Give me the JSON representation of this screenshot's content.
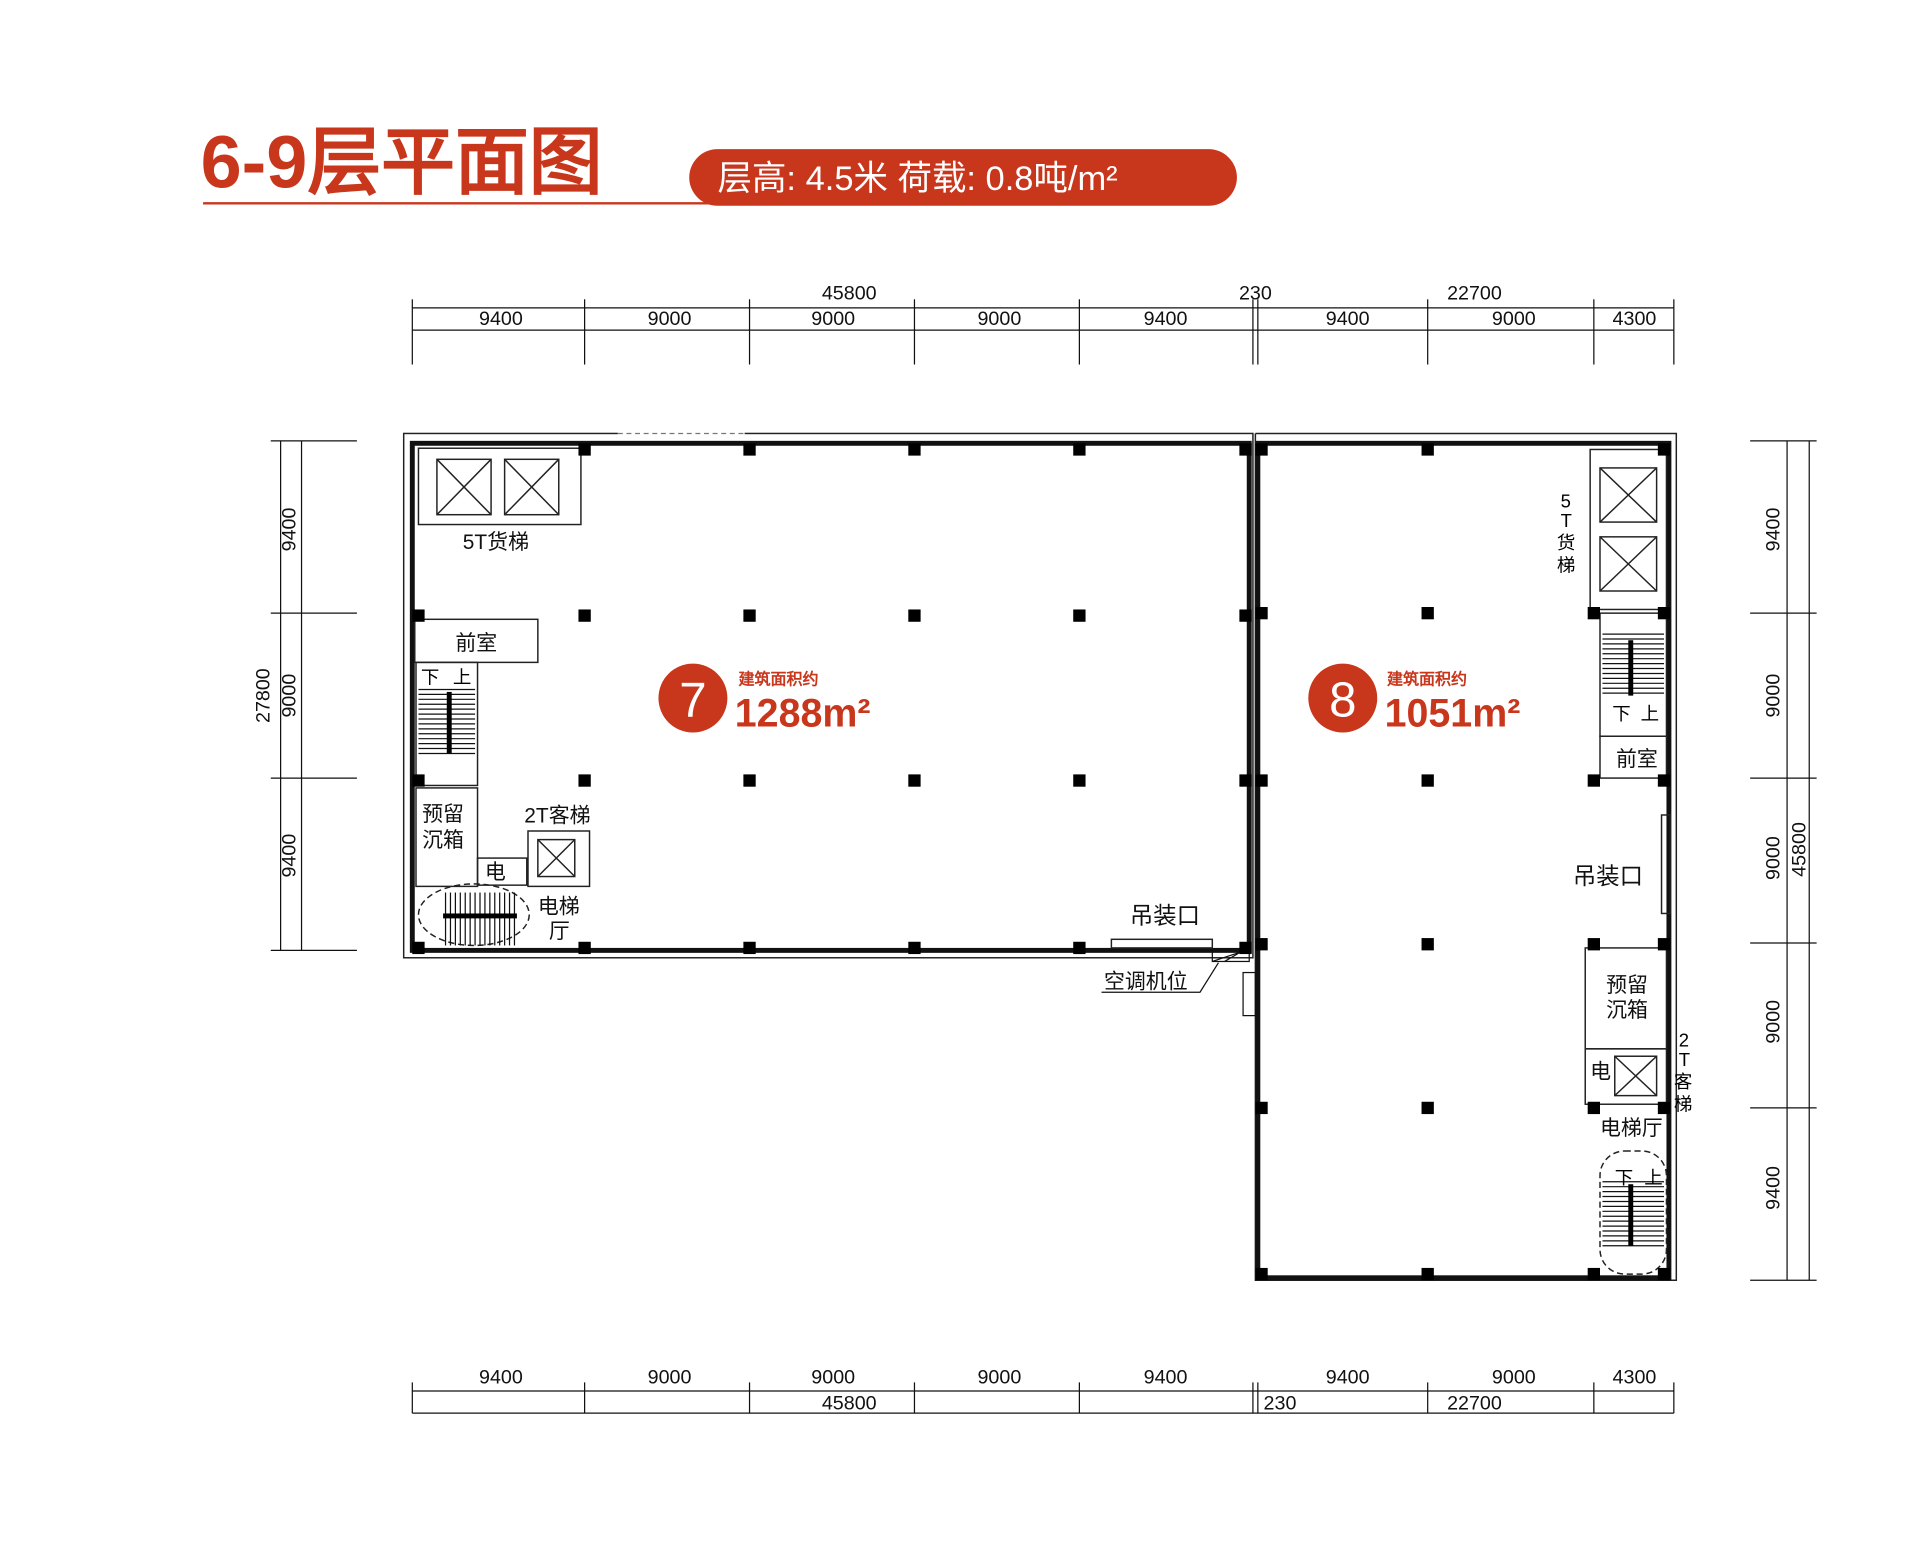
{
  "title": "6-9层平面图",
  "spec_badge": {
    "text": "层高: 4.5米  荷载: 0.8吨/m²"
  },
  "colors": {
    "accent": "#c8361c",
    "line": "#111111"
  },
  "dimensions": {
    "top_overall": [
      "45800",
      "230",
      "22700"
    ],
    "top_segments": [
      "9400",
      "9000",
      "9000",
      "9000",
      "9400",
      "9400",
      "9000",
      "4300"
    ],
    "bottom_segments": [
      "9400",
      "9000",
      "9000",
      "9000",
      "9400",
      "9400",
      "9000",
      "4300"
    ],
    "bottom_overall": [
      "45800",
      "230",
      "22700"
    ],
    "left_segments": [
      "9400",
      "9000",
      "9400"
    ],
    "left_overall": "27800",
    "right_segments": [
      "9400",
      "9000",
      "9000",
      "9000",
      "9400"
    ],
    "right_overall": "45800"
  },
  "units": [
    {
      "number": "7",
      "area_label": "建筑面积约",
      "area": "1288m²"
    },
    {
      "number": "8",
      "area_label": "建筑面积约",
      "area": "1051m²"
    }
  ],
  "rooms": {
    "left": {
      "freight_elevator": "5T货梯",
      "antechamber": "前室",
      "stair_up": "上",
      "stair_down": "下",
      "reserved": [
        "预留",
        "沉箱"
      ],
      "passenger_elevator": "2T客梯",
      "electric": "电",
      "lobby": [
        "电梯",
        "厅"
      ],
      "hoist": "吊装口",
      "ac": "空调机位"
    },
    "right": {
      "freight_elevator": [
        "5",
        "T",
        "货",
        "梯"
      ],
      "stair_down": "下",
      "stair_up": "上",
      "antechamber": "前室",
      "hoist": "吊装口",
      "reserved": [
        "预留",
        "沉箱"
      ],
      "passenger_elevator": [
        "2",
        "T",
        "客",
        "梯"
      ],
      "electric": "电",
      "lobby": "电梯厅"
    }
  }
}
